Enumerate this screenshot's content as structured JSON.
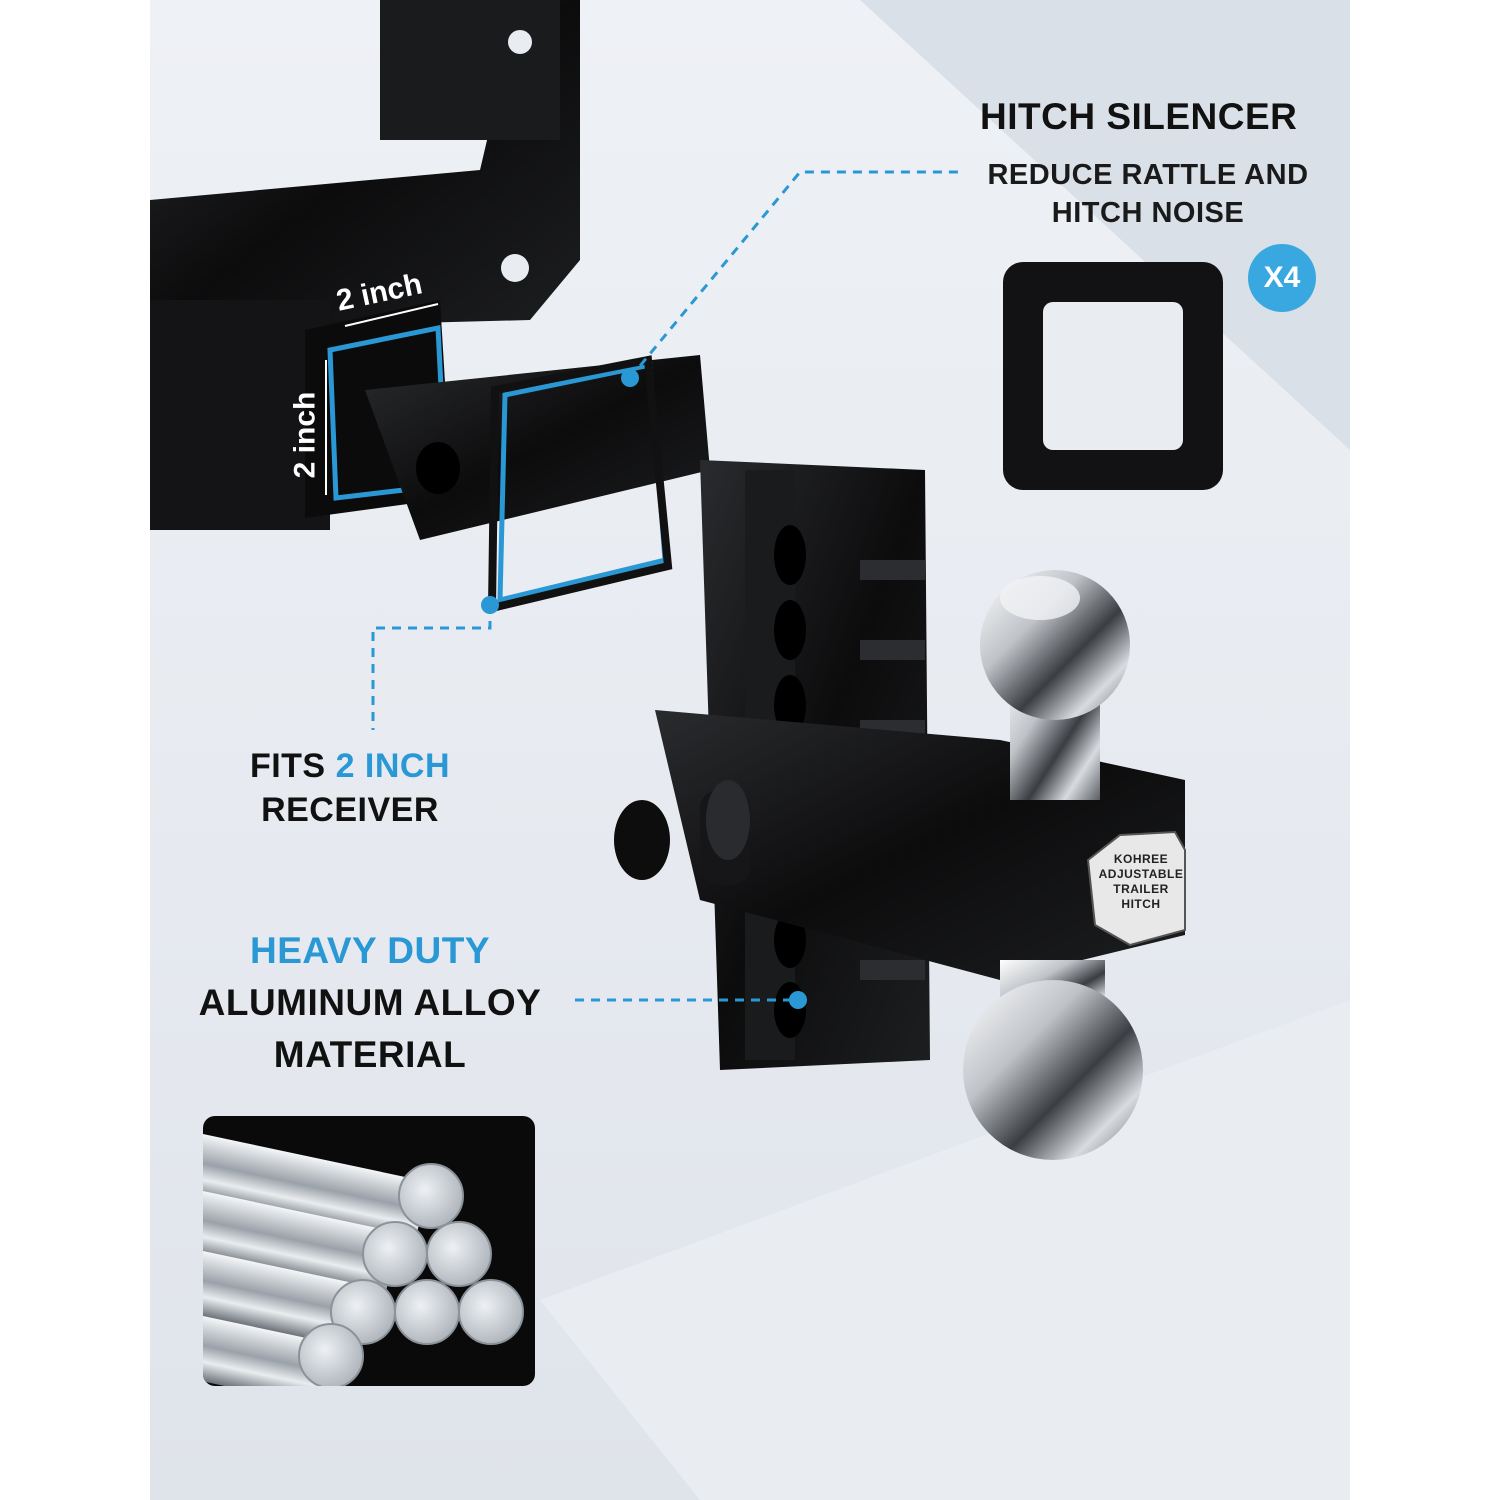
{
  "silencer": {
    "title": "HITCH SILENCER",
    "subtitle_line1": "REDUCE RATTLE AND",
    "subtitle_line2": "HITCH NOISE",
    "quantity_badge": "X4"
  },
  "receiver": {
    "width_label": "2 inch",
    "height_label": "2 inch",
    "fits_prefix": "FITS",
    "fits_accent": "2 INCH",
    "fits_suffix": "RECEIVER"
  },
  "material": {
    "accent": "HEAVY DUTY",
    "line1": "ALUMINUM ALLOY",
    "line2": "MATERIAL"
  },
  "hitch_label": {
    "brand": "KOHREE",
    "line1": "ADJUSTABLE",
    "line2": "TRAILER HITCH"
  },
  "colors": {
    "accent_blue": "#2a98d4",
    "badge_blue": "#3aa8e0",
    "text_dark": "#111111"
  }
}
